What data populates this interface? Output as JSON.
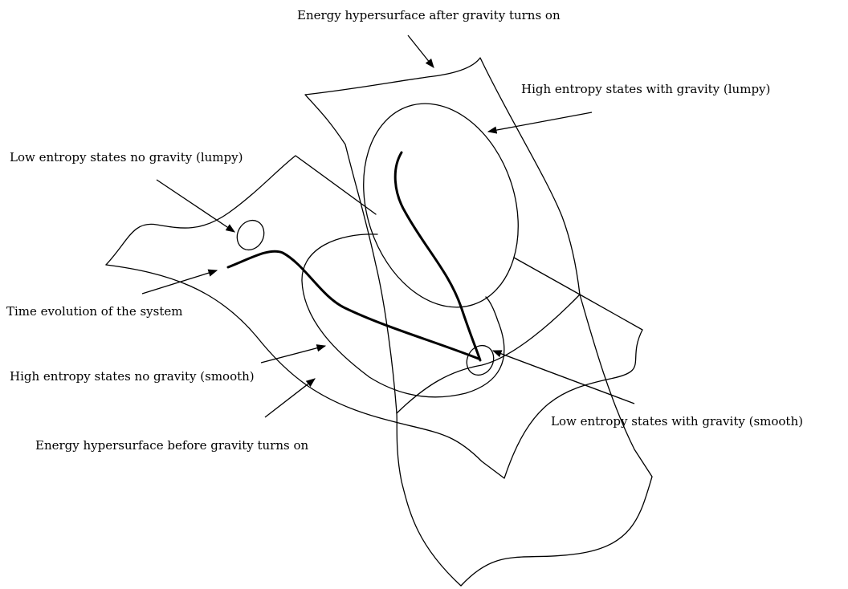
{
  "labels": {
    "surface_after": "Energy hypersurface after gravity turns on",
    "high_with_gravity": "High entropy states with gravity (lumpy)",
    "low_no_gravity": "Low entropy states no gravity (lumpy)",
    "time_evolution": "Time evolution of the system",
    "high_no_gravity": "High entropy states no gravity (smooth)",
    "surface_before": "Energy hypersurface before gravity turns on",
    "low_with_gravity": "Low entropy states with gravity (smooth)"
  },
  "colors": {
    "ink": "#000000",
    "background": "#ffffff"
  }
}
